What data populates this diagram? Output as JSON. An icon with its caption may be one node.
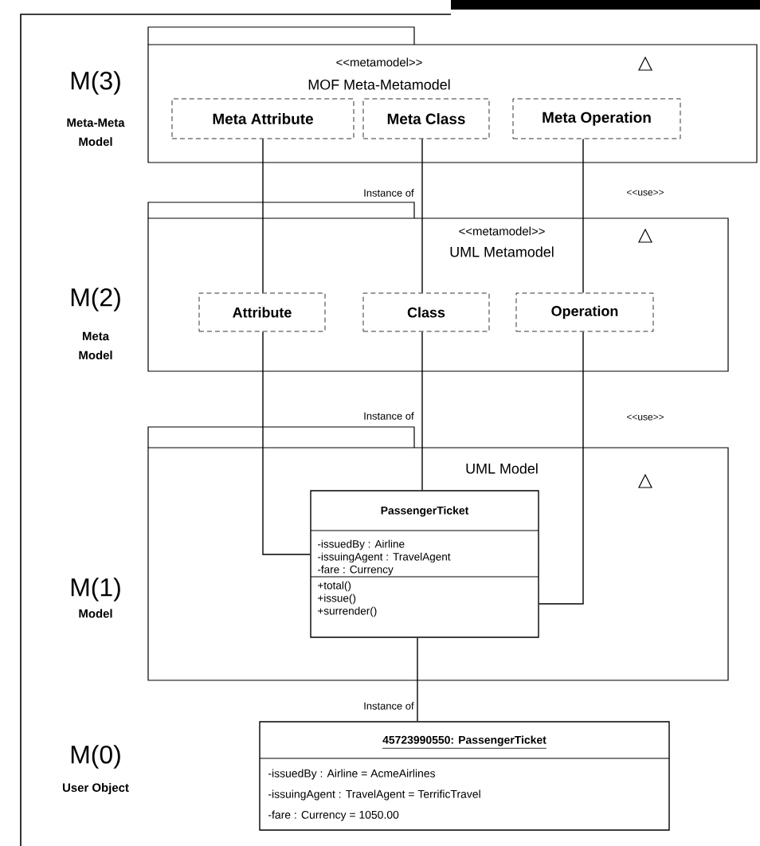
{
  "diagram": {
    "nodes": [
      {
        "text": [
          "<<metamodel>>",
          "MOF Meta-Metamodel"
        ]
      },
      {
        "text": [
          "Meta Attribute"
        ],
        "in": 0
      },
      {
        "text": [
          "Meta Class"
        ],
        "in": 0
      },
      {
        "text": [
          "Meta Operation"
        ],
        "in": 0
      },
      {
        "text": [
          "<<metamodel>>",
          "UML Metamodel"
        ]
      },
      {
        "text": [
          "Attribute"
        ],
        "in": 4
      },
      {
        "text": [
          "Class"
        ],
        "in": 4
      },
      {
        "text": [
          "Operation"
        ],
        "in": 4
      },
      {
        "text": [
          "UML Model"
        ]
      },
      {
        "text": [
          "PassengerTicket",
          "-issuedBy : Airline",
          "-issuingAgent : TravelAgent",
          "-fare : Currency",
          "+total()",
          "+issue()",
          "+surrender()"
        ],
        "in": 8
      },
      {
        "text": [
          "45723990550: PassengerTicket",
          "-issuedBy : Airline = AcmeAirlines",
          "-issuingAgent : TravelAgent = TerrificTravel",
          "-fare : Currency = 1050.00"
        ]
      }
    ],
    "edges": [
      {
        "from": 1,
        "to": 5,
        "arrow": "none"
      },
      {
        "from": 5,
        "to": 9,
        "arrow": "none"
      },
      {
        "from": 2,
        "to": 6,
        "arrow": "none"
      },
      {
        "from": 6,
        "to": 9,
        "arrow": "none"
      },
      {
        "from": 3,
        "to": 7,
        "arrow": "none"
      },
      {
        "from": 7,
        "to": 9,
        "arrow": "none"
      },
      {
        "from": 9,
        "to": 10,
        "arrow": "none"
      }
    ],
    "labels": [
      "M(3)",
      "Meta-Meta Model",
      "Instance of",
      "<<use>>",
      "M(2)",
      "Meta Model",
      "Instance of",
      "<<use>>",
      "M(1)",
      "Model",
      "Instance of",
      "M(0)",
      "User Object"
    ]
  }
}
